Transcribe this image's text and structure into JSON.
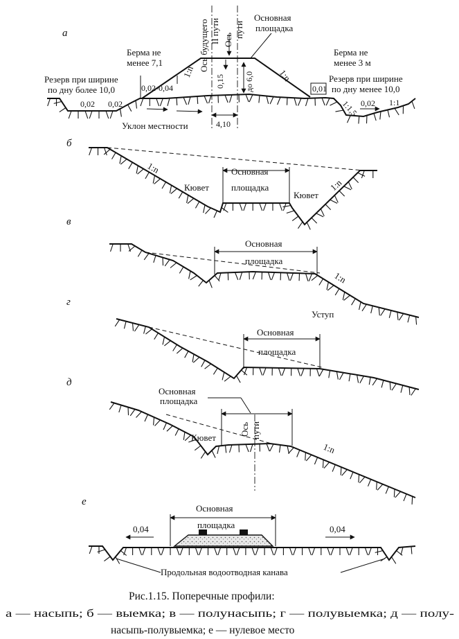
{
  "panels": {
    "a": {
      "letter": "а",
      "reserve_left": [
        "Резерв при ширине",
        "по дну более 10,0"
      ],
      "berm_left": [
        "Берма не",
        "менее 7,1"
      ],
      "berm_left_slope": "0,02-0,04",
      "reserve_left_slopes": [
        "0,02",
        "0,02"
      ],
      "axis_future": [
        "Ось будущего",
        "II пути"
      ],
      "axis_track": [
        "Ось",
        "пути"
      ],
      "main_platform": [
        "Основная",
        "площадка"
      ],
      "slope_left": "1:n",
      "slope_right": "1:n",
      "height_small": "0,15",
      "height_max": "до 6,0",
      "spacing": "4,10",
      "terrain_slope": "Уклон местности",
      "berm_right": [
        "Берма не",
        "менее 3 м"
      ],
      "berm_right_slope": "0,01",
      "reserve_right": [
        "Резерв при ширине",
        "по дну менее 10,0"
      ],
      "reserve_right_slopes": [
        "1:1,5",
        "0,02",
        "1:1"
      ]
    },
    "b": {
      "letter": "б",
      "slope_left": "1:n",
      "slope_right": "1:n",
      "ditch_left": "Кювет",
      "ditch_right": "Кювет",
      "main_platform": [
        "Основная",
        "площадка"
      ]
    },
    "v": {
      "letter": "в",
      "main_platform": [
        "Основная",
        "площадка"
      ],
      "slope": "1:n"
    },
    "g": {
      "letter": "г",
      "ledge": "Уступ",
      "main_platform": [
        "Основная",
        "площадка"
      ]
    },
    "d": {
      "letter": "д",
      "main_platform": [
        "Основная",
        "площадка"
      ],
      "ditch": "Кювет",
      "axis_track": [
        "Ось",
        "пути"
      ],
      "slope": "1:n"
    },
    "e": {
      "letter": "е",
      "main_platform": [
        "Основная",
        "площадка"
      ],
      "slope_left": "0,04",
      "slope_right": "0,04",
      "ditch_label": "Продольная водоотводная канава"
    }
  },
  "caption": {
    "title": "Рис.1.15. Поперечные профили:",
    "line2": "а — насыпь; б — выемка; в — полунасыпь; г — полувыемка; д — полу-",
    "line3": "насыпь-полувыемка; е — нулевое место"
  }
}
